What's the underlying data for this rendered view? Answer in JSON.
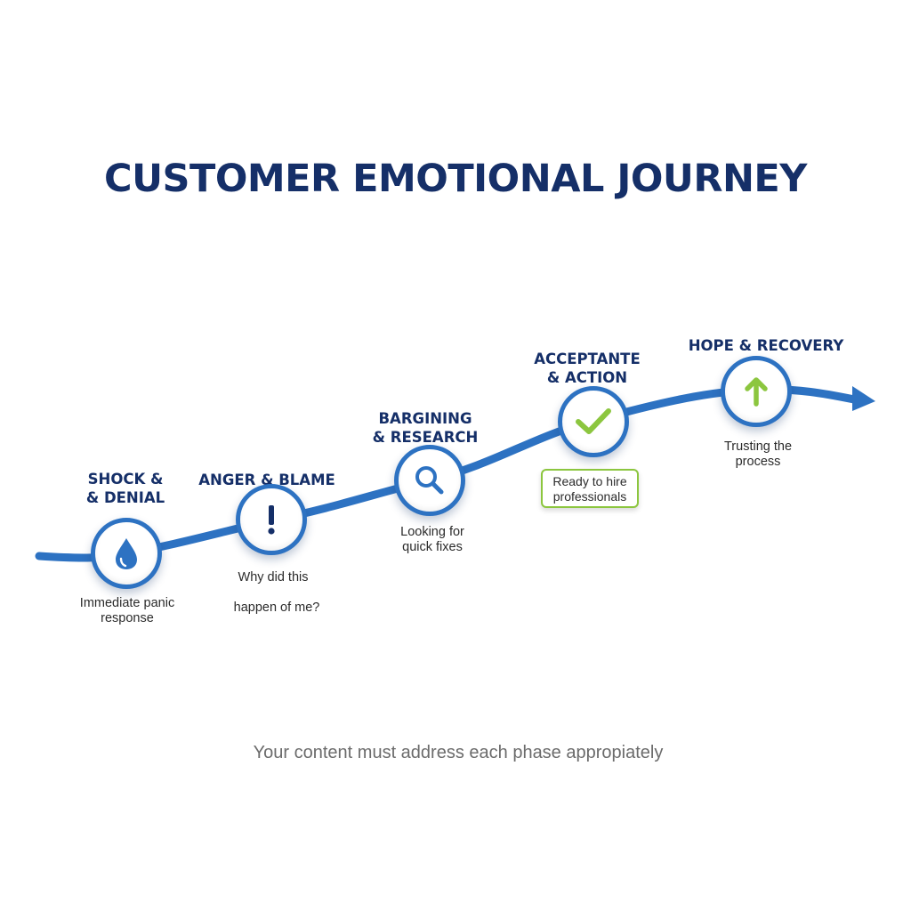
{
  "title": "CUSTOMER EMOTIONAL JOURNEY",
  "colors": {
    "navy": "#152f68",
    "curve_blue": "#2d72c2",
    "accent_green": "#8cc63f",
    "footer_gray": "#6b6b6b"
  },
  "stages": [
    {
      "title_lines": [
        "SHOCK &",
        "& DENIAL"
      ],
      "icon": "water-drop-icon",
      "desc_lines": [
        "Immediate panic",
        "response"
      ]
    },
    {
      "title_lines": [
        "ANGER & BLAME"
      ],
      "icon": "exclamation-icon",
      "desc_lines": [
        "Why did this",
        "happen of me?"
      ]
    },
    {
      "title_lines": [
        "BARGINING",
        "& RESEARCH"
      ],
      "icon": "magnifier-icon",
      "desc_lines": [
        "Looking for",
        "quick fixes"
      ]
    },
    {
      "title_lines": [
        "ACCEPTANTE",
        "& ACTION"
      ],
      "icon": "checkmark-icon",
      "callout_lines": [
        "Ready to hire",
        "professionals"
      ]
    },
    {
      "title_lines": [
        "HOPE & RECOVERY"
      ],
      "icon": "up-arrow-icon",
      "desc_lines": [
        "Trusting the",
        "process"
      ]
    }
  ],
  "footer": "Your content must address each phase appropiately"
}
